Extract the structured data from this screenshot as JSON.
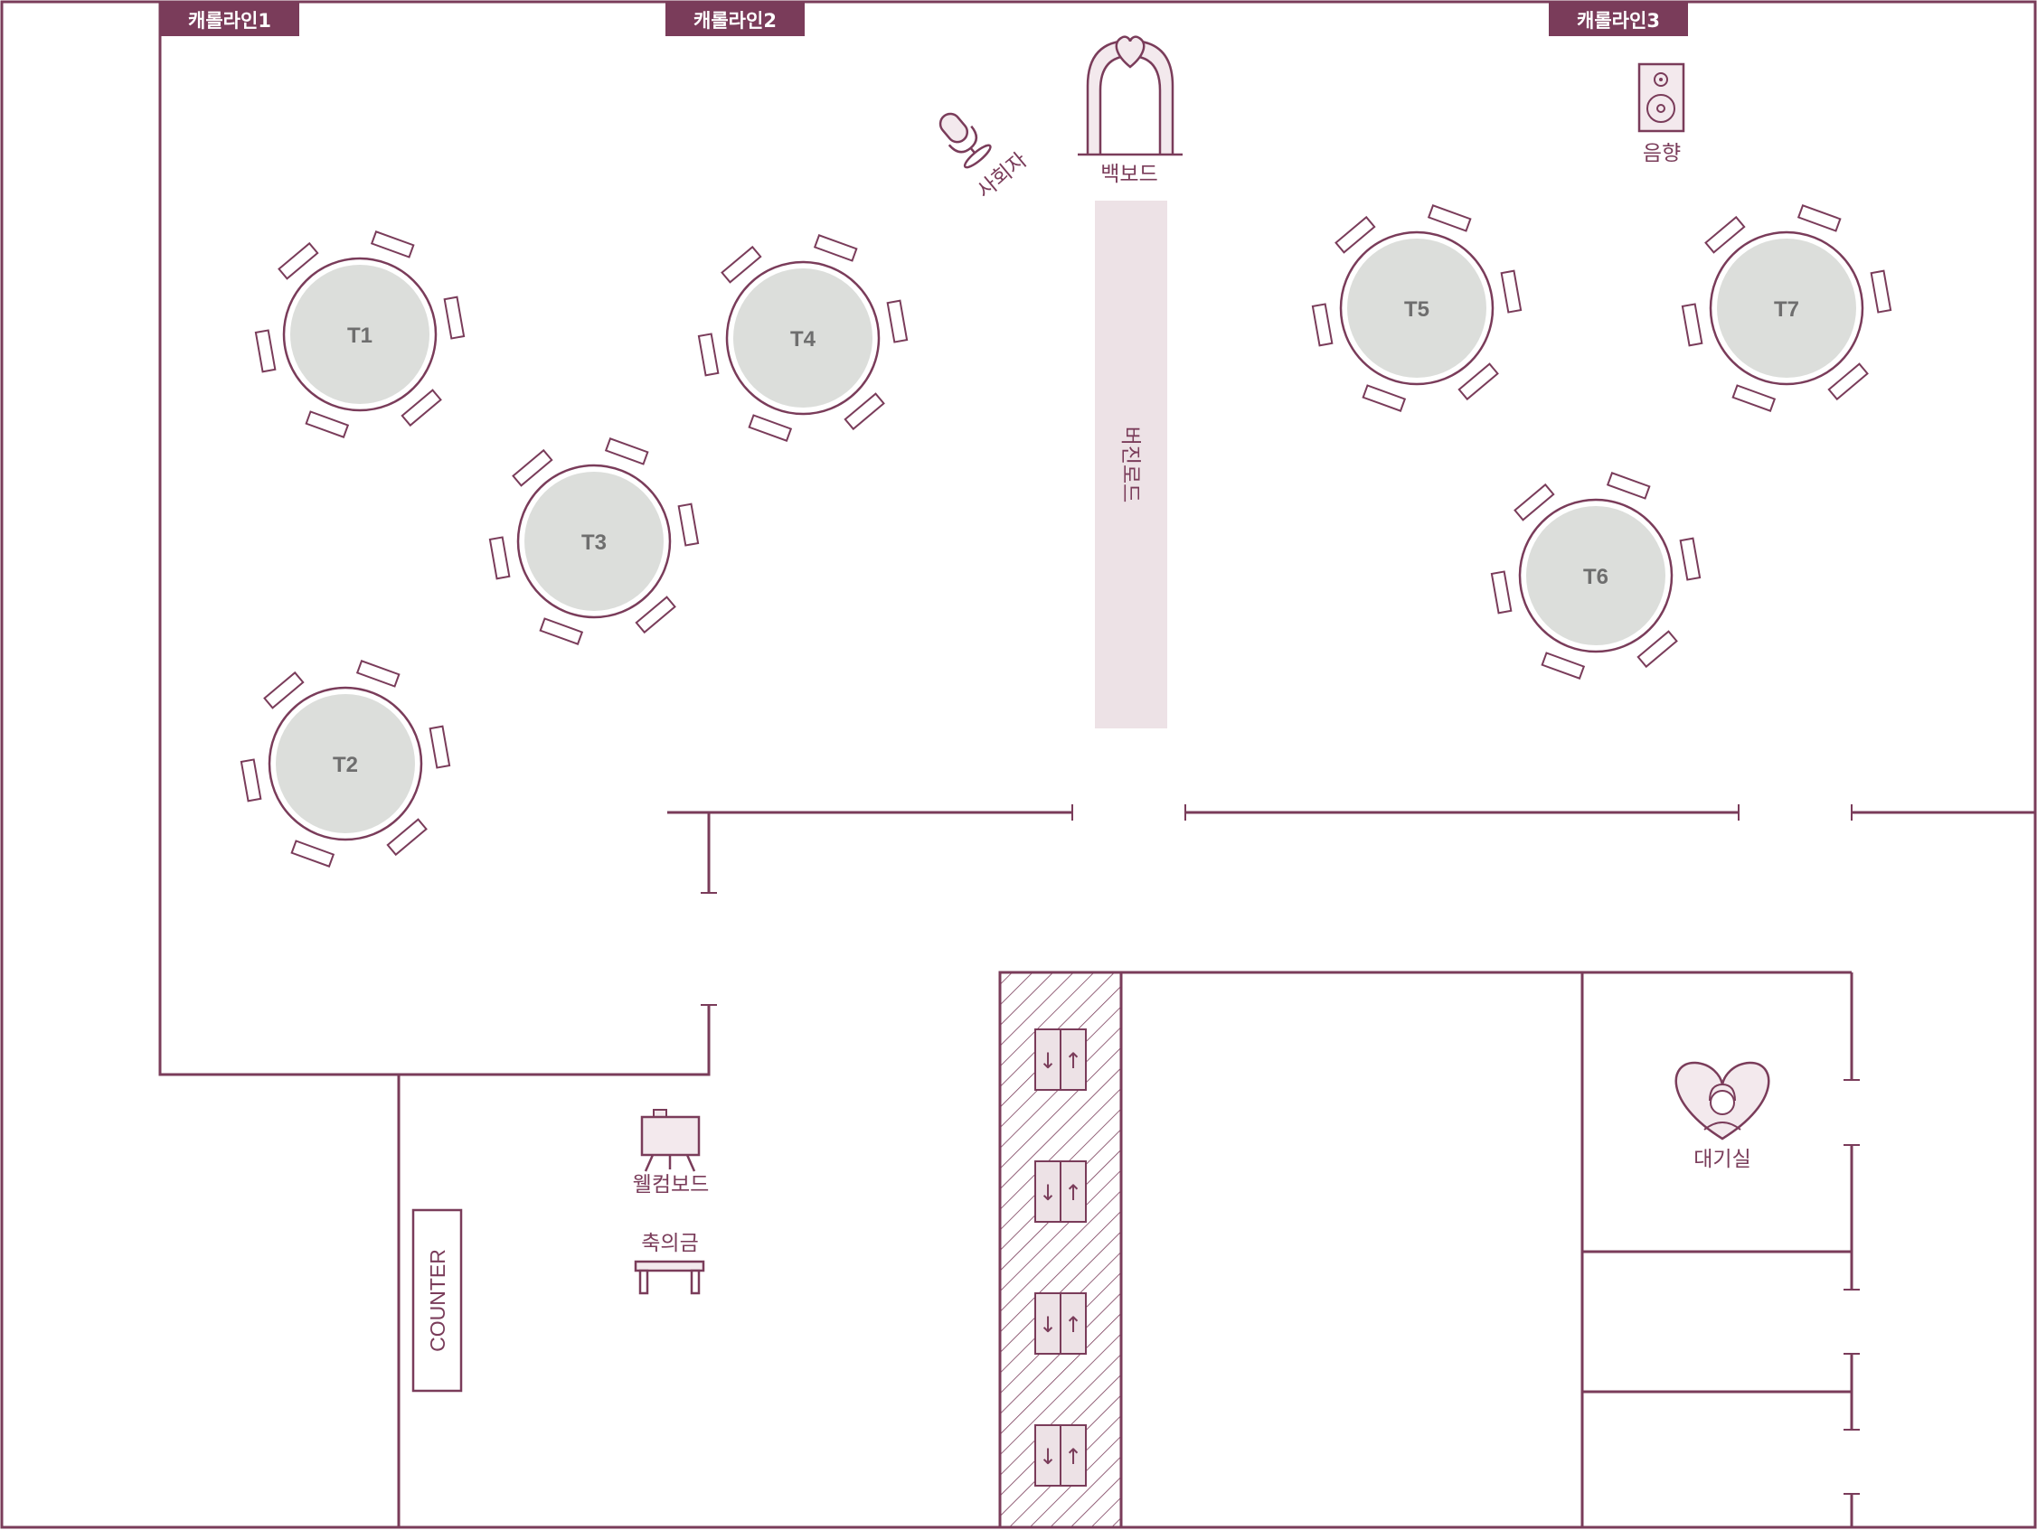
{
  "colors": {
    "wall": "#7a3c5a",
    "tab_fill": "#7a3c5a",
    "tab_text": "#ffffff",
    "table_fill": "#dcdedb",
    "virgin_road_fill": "#ede2e6",
    "elevator_fill": "#ede2e6",
    "icon_fill": "#f3e9ed"
  },
  "camera_lines": [
    {
      "label": "캐롤라인1"
    },
    {
      "label": "캐롤라인2"
    },
    {
      "label": "캐롤라인3"
    }
  ],
  "tables": [
    {
      "label": "T1"
    },
    {
      "label": "T2"
    },
    {
      "label": "T3"
    },
    {
      "label": "T4"
    },
    {
      "label": "T5"
    },
    {
      "label": "T6"
    },
    {
      "label": "T7"
    }
  ],
  "labels": {
    "emcee": "사회자",
    "backboard": "백보드",
    "virgin_road": "버진로드",
    "sound": "음향",
    "welcome_board": "웰컴보드",
    "gift_money": "축의금",
    "counter": "COUNTER",
    "waiting_room": "대기실"
  },
  "elevators": [
    {
      "down": "↓",
      "up": "↑"
    },
    {
      "down": "↓",
      "up": "↑"
    },
    {
      "down": "↓",
      "up": "↑"
    },
    {
      "down": "↓",
      "up": "↑"
    }
  ],
  "icons": [
    "microphone-icon",
    "arch-icon",
    "speaker-icon",
    "easel-icon",
    "gift-table-icon",
    "bride-heart-icon"
  ]
}
